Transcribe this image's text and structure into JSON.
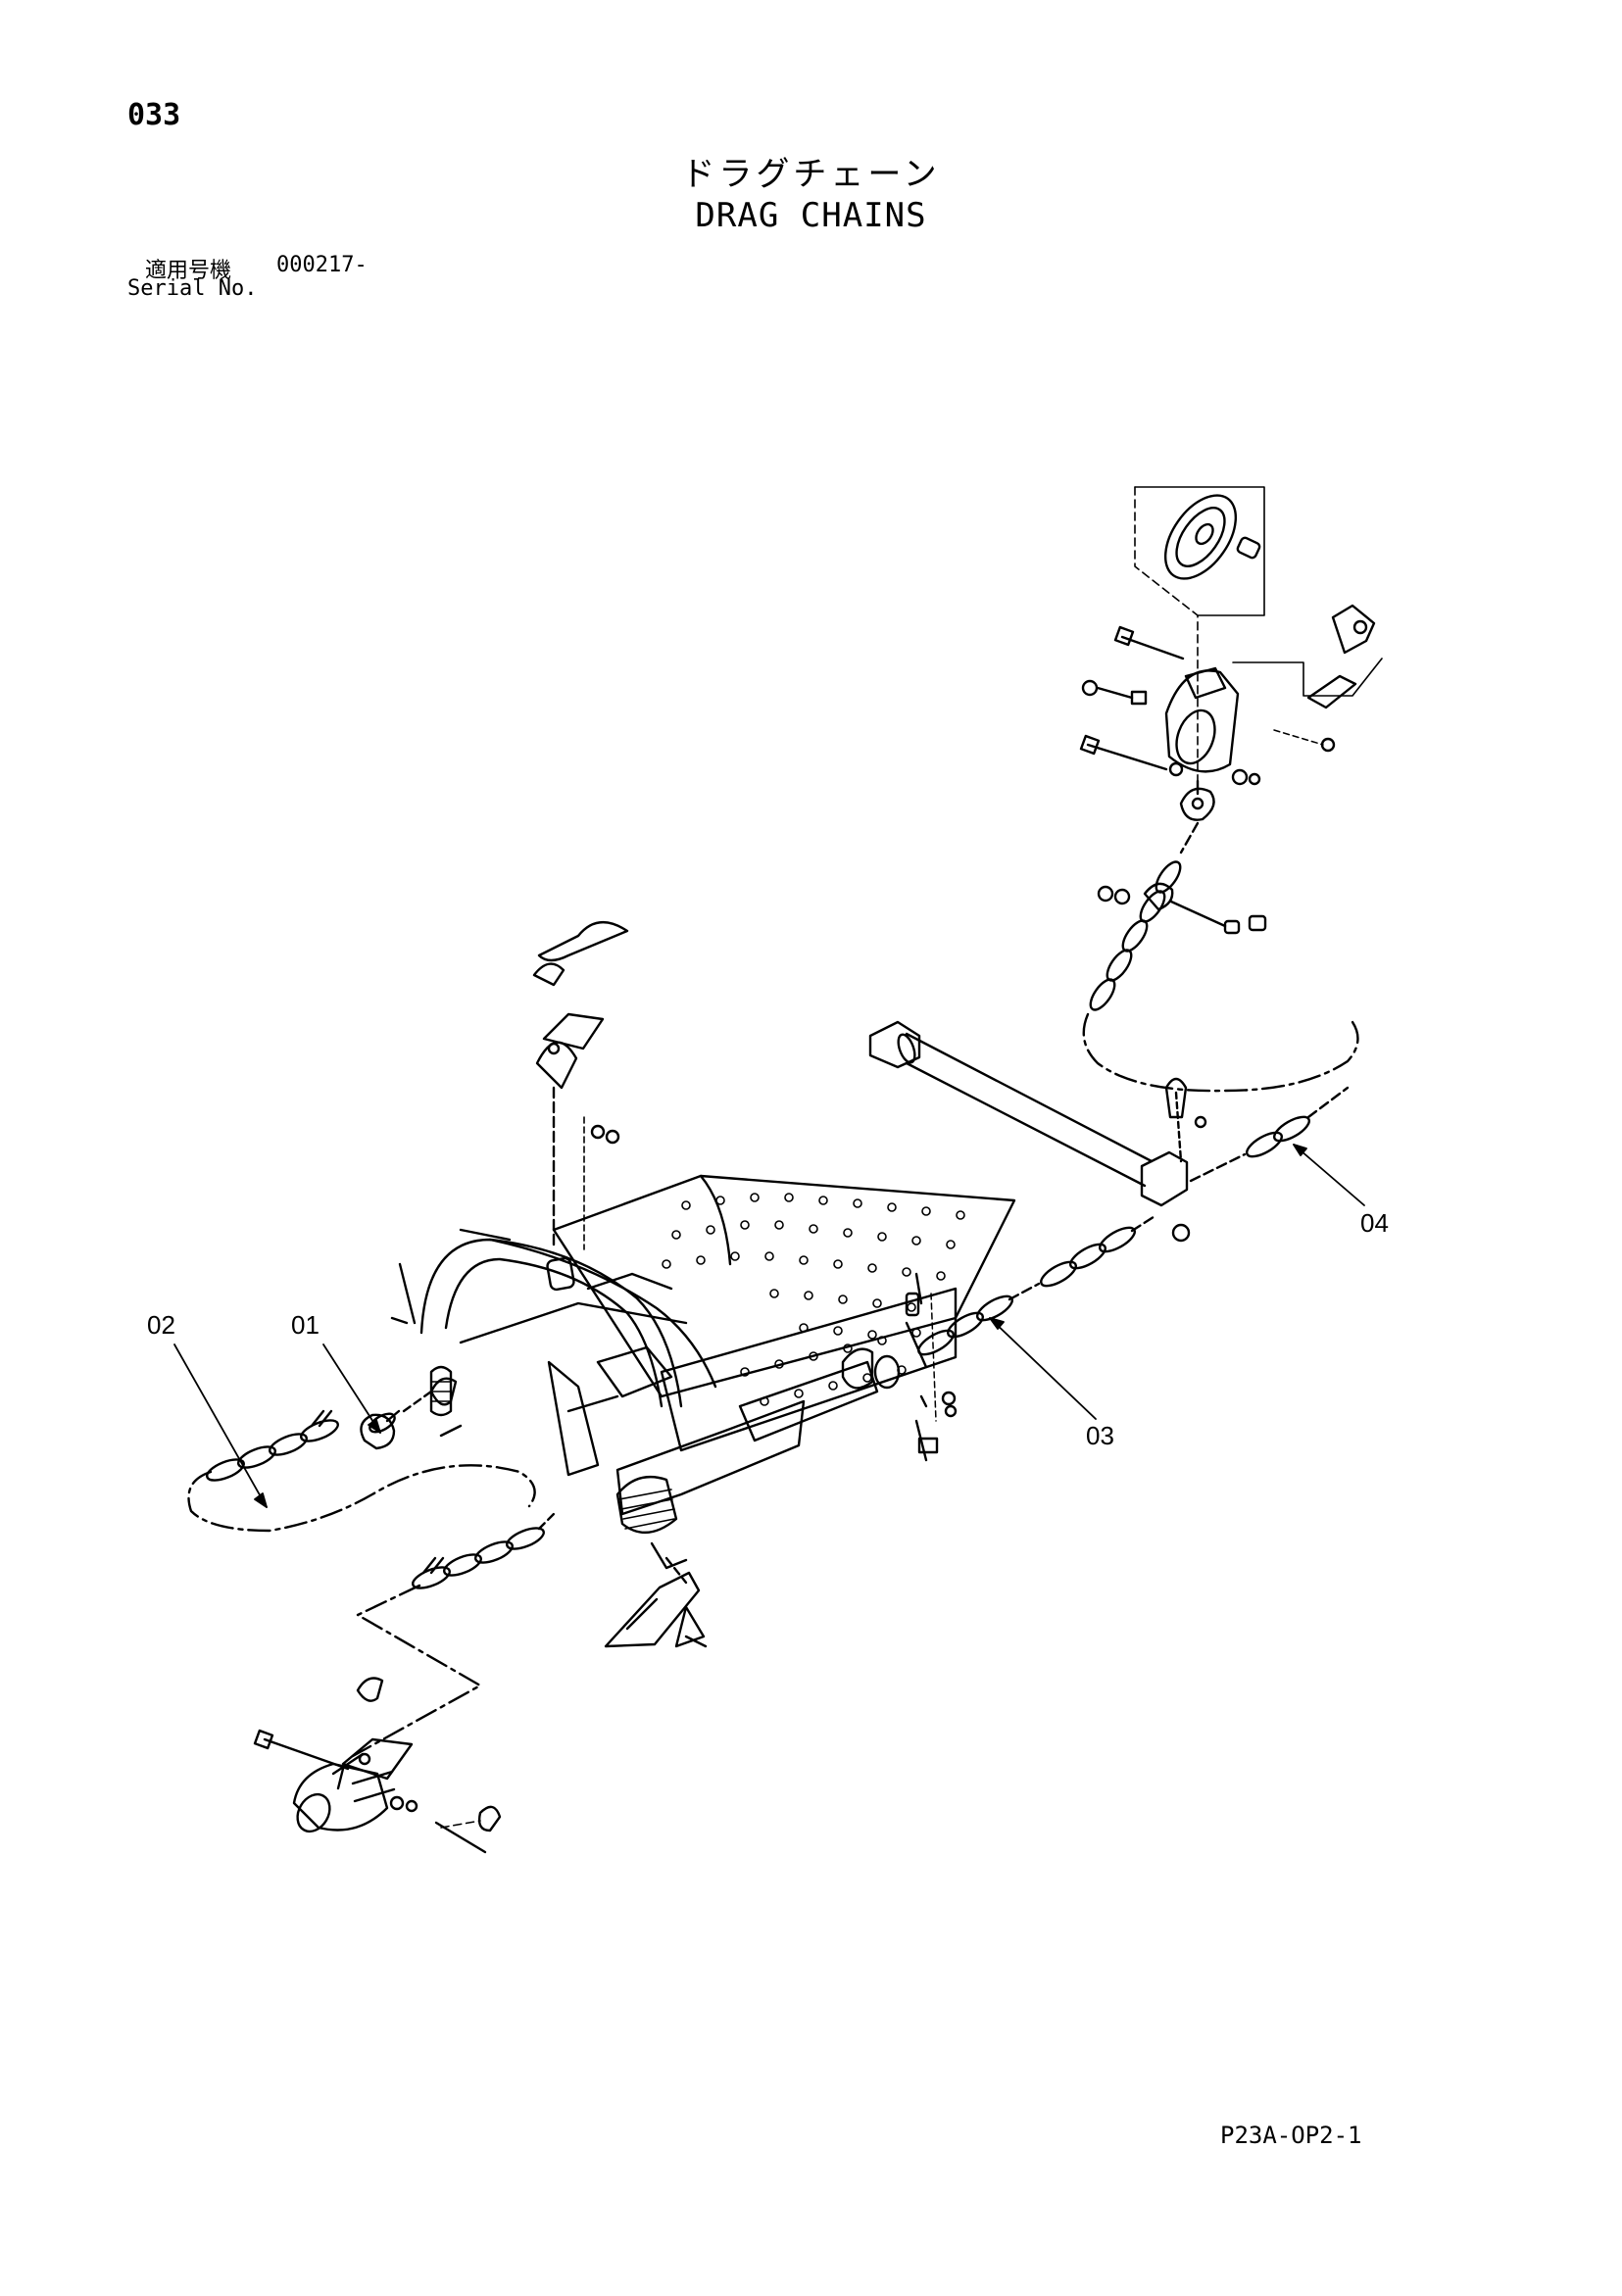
{
  "header": {
    "page_number": "033",
    "title_ja": "ドラグチェーン",
    "title_en": "DRAG CHAINS",
    "serial_label_ja": "適用号機",
    "serial_value": "000217-",
    "serial_label_en": "Serial No."
  },
  "callouts": {
    "c01": "01",
    "c02": "02",
    "c03": "03",
    "c04": "04"
  },
  "footer": {
    "drawing_code": "P23A-OP2-1"
  }
}
